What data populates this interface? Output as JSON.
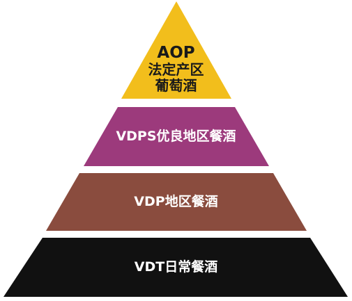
{
  "tiers": [
    {
      "lines": [
        "AOP",
        "法定产区",
        "葡萄酒"
      ],
      "fill": "#f2be1c",
      "text_color": "#1a1a1a"
    },
    {
      "label": "VDPS优良地区餐酒",
      "fill": "#9c3a7c",
      "text_color": "#ffffff"
    },
    {
      "label": "VDP地区餐酒",
      "fill": "#8a4c3e",
      "text_color": "#ffffff"
    },
    {
      "label": "VDT日常餐酒",
      "fill": "#111111",
      "text_color": "#ffffff"
    }
  ]
}
